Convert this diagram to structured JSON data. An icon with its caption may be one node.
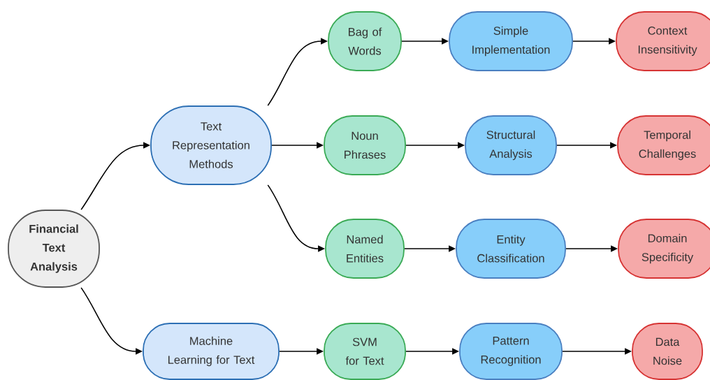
{
  "diagram": {
    "nodes": [
      {
        "text": [
          "Financial Text Analysis"
        ]
      },
      {
        "text": [
          "Text Representation Methods"
        ]
      },
      {
        "text": [
          "Machine Learning for Text"
        ]
      },
      {
        "text": [
          "Bag of Words"
        ]
      },
      {
        "text": [
          "Simple Implementation"
        ]
      },
      {
        "text": [
          "Context Insensitivity"
        ]
      },
      {
        "text": [
          "Noun Phrases"
        ]
      },
      {
        "text": [
          "Structural Analysis"
        ]
      },
      {
        "text": [
          "Temporal Challenges"
        ]
      },
      {
        "text": [
          "Named Entities"
        ]
      },
      {
        "text": [
          "Entity Classification"
        ]
      },
      {
        "text": [
          "Domain Specificity"
        ]
      },
      {
        "text": [
          "SVM for Text"
        ]
      },
      {
        "text": [
          "Pattern Recognition"
        ]
      },
      {
        "text": [
          "Data Noise"
        ]
      }
    ],
    "edges": [
      {
        "from": 0,
        "to": 1,
        "arrow": "to"
      },
      {
        "from": 0,
        "to": 2,
        "arrow": "to"
      },
      {
        "from": 1,
        "to": 3,
        "arrow": "to"
      },
      {
        "from": 1,
        "to": 6,
        "arrow": "to"
      },
      {
        "from": 1,
        "to": 9,
        "arrow": "to"
      },
      {
        "from": 3,
        "to": 4,
        "arrow": "to"
      },
      {
        "from": 4,
        "to": 5,
        "arrow": "to"
      },
      {
        "from": 6,
        "to": 7,
        "arrow": "to"
      },
      {
        "from": 7,
        "to": 8,
        "arrow": "to"
      },
      {
        "from": 9,
        "to": 10,
        "arrow": "to"
      },
      {
        "from": 10,
        "to": 11,
        "arrow": "to"
      },
      {
        "from": 2,
        "to": 12,
        "arrow": "to"
      },
      {
        "from": 12,
        "to": 13,
        "arrow": "to"
      },
      {
        "from": 13,
        "to": 14,
        "arrow": "to"
      }
    ]
  }
}
